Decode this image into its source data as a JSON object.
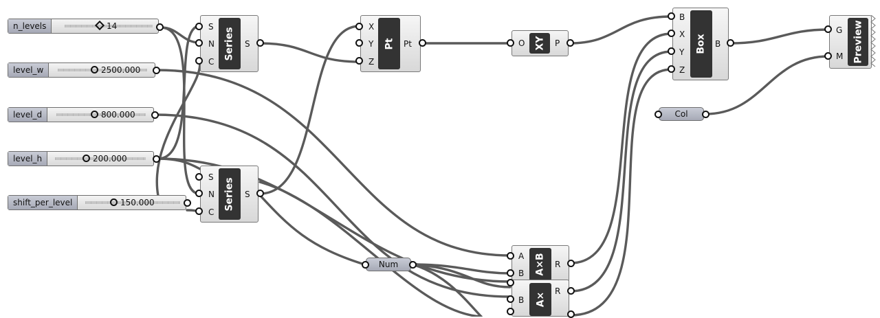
{
  "sliders": [
    {
      "label": "n_levels",
      "value": "14",
      "kind": "integer"
    },
    {
      "label": "level_w",
      "value": "2500.000",
      "kind": "float"
    },
    {
      "label": "level_d",
      "value": "800.000",
      "kind": "float"
    },
    {
      "label": "level_h",
      "value": "200.000",
      "kind": "float"
    },
    {
      "label": "shift_per_level",
      "value": "150.000",
      "kind": "float"
    }
  ],
  "components": {
    "series_top": {
      "name": "Series",
      "inputs": [
        "S",
        "N",
        "C"
      ],
      "outputs": [
        "S"
      ]
    },
    "series_bottom": {
      "name": "Series",
      "inputs": [
        "S",
        "N",
        "C"
      ],
      "outputs": [
        "S"
      ]
    },
    "pt": {
      "name": "Pt",
      "inputs": [
        "X",
        "Y",
        "Z"
      ],
      "outputs": [
        "Pt"
      ]
    },
    "xy": {
      "name": "XY",
      "inputs": [
        "O"
      ],
      "outputs": [
        "P"
      ]
    },
    "box": {
      "name": "Box",
      "inputs": [
        "B",
        "X",
        "Y",
        "Z"
      ],
      "outputs": [
        "B"
      ]
    },
    "preview": {
      "name": "Preview",
      "inputs": [
        "G",
        "M"
      ]
    },
    "mult1": {
      "name": "A×B",
      "inputs": [
        "A",
        "B"
      ],
      "outputs": [
        "R"
      ]
    },
    "mult2": {
      "name": "A×",
      "inputs": [
        "",
        "B"
      ],
      "outputs": [
        "R"
      ]
    }
  },
  "params": {
    "num": "Num",
    "col": "Col"
  },
  "colors": {
    "wire": "#5a5a5a",
    "component_core": "#333333",
    "param_fill": "#b3b6c2"
  }
}
